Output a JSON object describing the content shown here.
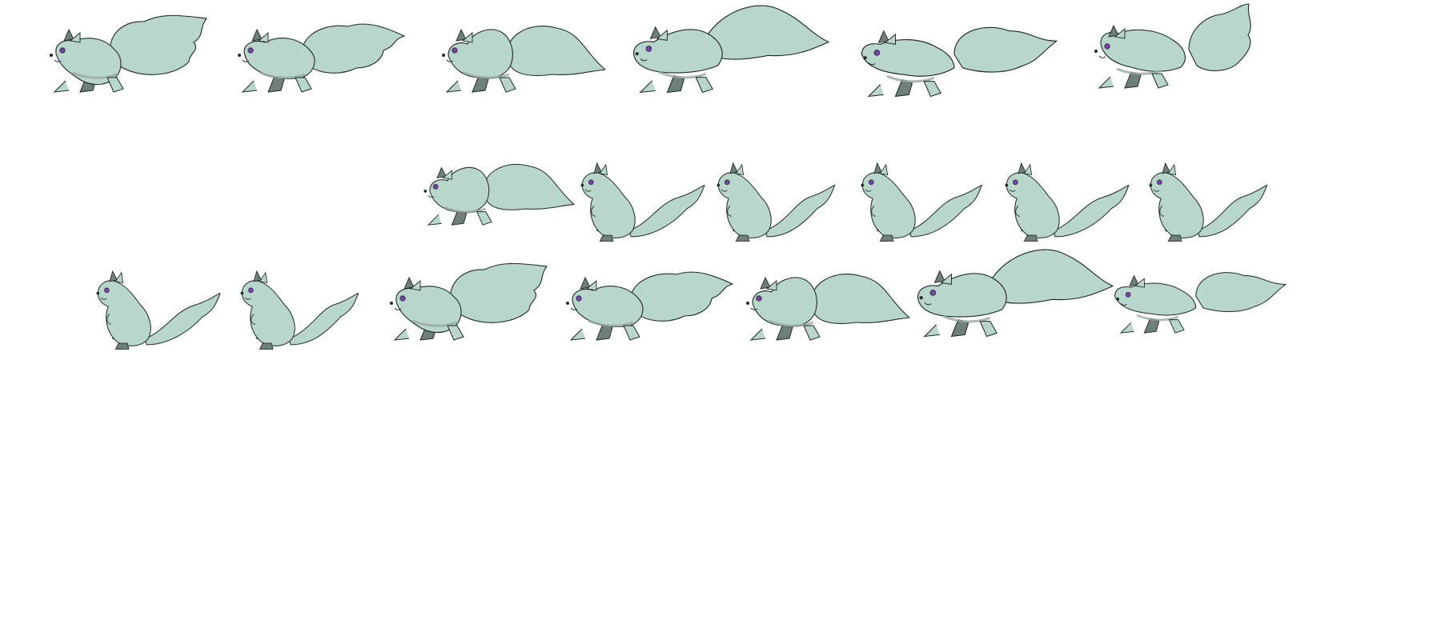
{
  "sprite_sheet": {
    "subject": "squirrel",
    "colors": {
      "fur": "#b8d6cc",
      "shade": "#6f7f79",
      "belly_shadow": "#9aa8a3",
      "outline": "#1e2a26",
      "eye": "#7b3fb0",
      "background": "#ffffff"
    },
    "icons": [
      "squirrel-run-frame",
      "squirrel-stand-frame"
    ],
    "rows": [
      {
        "name": "row-1",
        "frames": [
          {
            "pose": "run-crouch",
            "icon": "squirrel-run-frame"
          },
          {
            "pose": "run-gather",
            "icon": "squirrel-run-frame"
          },
          {
            "pose": "run-hunch",
            "icon": "squirrel-run-frame"
          },
          {
            "pose": "run-stretch",
            "icon": "squirrel-run-frame"
          },
          {
            "pose": "run-extend",
            "icon": "squirrel-run-frame"
          },
          {
            "pose": "run-land",
            "icon": "squirrel-run-frame"
          }
        ]
      },
      {
        "name": "row-2",
        "frames": [
          {
            "pose": "leap-reach",
            "icon": "squirrel-run-frame"
          },
          {
            "pose": "stand-alert",
            "icon": "squirrel-stand-frame"
          },
          {
            "pose": "stand-alert",
            "icon": "squirrel-stand-frame"
          },
          {
            "pose": "stand-alert",
            "icon": "squirrel-stand-frame"
          },
          {
            "pose": "stand-alert",
            "icon": "squirrel-stand-frame"
          },
          {
            "pose": "stand-alert",
            "icon": "squirrel-stand-frame"
          }
        ]
      },
      {
        "name": "row-3",
        "frames": [
          {
            "pose": "stand-alert",
            "icon": "squirrel-stand-frame"
          },
          {
            "pose": "stand-crouch",
            "icon": "squirrel-stand-frame"
          },
          {
            "pose": "run-crouch",
            "icon": "squirrel-run-frame"
          },
          {
            "pose": "run-gather",
            "icon": "squirrel-run-frame"
          },
          {
            "pose": "run-hunch",
            "icon": "squirrel-run-frame"
          },
          {
            "pose": "run-stretch",
            "icon": "squirrel-run-frame"
          },
          {
            "pose": "leap-reach",
            "icon": "squirrel-run-frame"
          }
        ]
      }
    ]
  }
}
